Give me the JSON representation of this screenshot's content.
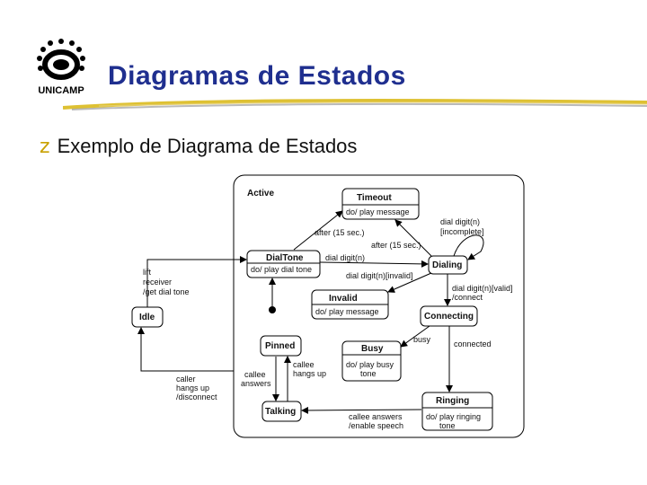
{
  "logo": {
    "text": "UNICAMP"
  },
  "title": "Diagramas de Estados",
  "bullet": {
    "glyph": "z",
    "text": "Exemplo de Diagrama de Estados"
  },
  "diagram": {
    "composite_state": "Active",
    "states": {
      "idle": "Idle",
      "timeout": "Timeout",
      "timeout_action": "do/ play message",
      "dialtone": "DialTone",
      "dialtone_action": "do/ play dial tone",
      "dialing": "Dialing",
      "invalid": "Invalid",
      "invalid_action": "do/ play message",
      "connecting": "Connecting",
      "pinned": "Pinned",
      "busy": "Busy",
      "busy_action_1": "do/ play busy",
      "busy_action_2": "tone",
      "talking": "Talking",
      "ringing": "Ringing",
      "ringing_action_1": "do/ play ringing",
      "ringing_action_2": "tone"
    },
    "transitions": {
      "lift_1": "lift",
      "lift_2": "receiver",
      "lift_3": "/get dial tone",
      "caller_hangs_1": "caller",
      "caller_hangs_2": "hangs up",
      "caller_hangs_3": "/disconnect",
      "after_15_a": "after (15 sec.)",
      "after_15_b": "after (15 sec.)",
      "dial_incomplete_1": "dial digit(n)",
      "dial_incomplete_2": "[incomplete]",
      "dial_digit": "dial digit(n)",
      "dial_invalid": "dial digit(n)[invalid]",
      "dial_valid_1": "dial digit(n)[valid]",
      "dial_valid_2": "/connect",
      "busy": "busy",
      "connected": "connected",
      "callee_hangs_1": "callee",
      "callee_hangs_2": "hangs up",
      "callee_answers_1": "callee",
      "callee_answers_2": "answers",
      "callee_answers_enable_1": "callee answers",
      "callee_answers_enable_2": "/enable speech"
    }
  }
}
